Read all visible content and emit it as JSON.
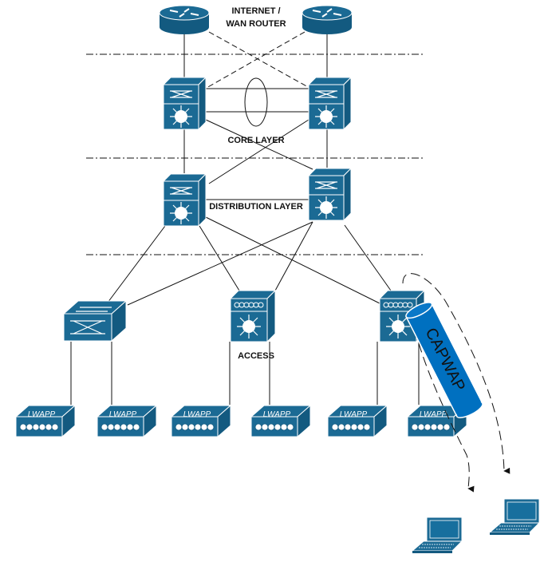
{
  "labels": {
    "wan_line1": "INTERNET /",
    "wan_line2": "WAN ROUTER",
    "core": "CORE LAYER",
    "distribution": "DISTRIBUTION LAYER",
    "access": "ACCESS",
    "tunnel": "CAPWAP"
  },
  "access_points": [
    "LWAPP",
    "LWAPP",
    "LWAPP",
    "LWAPP",
    "LWAPP",
    "LWAPP"
  ],
  "colors": {
    "device": "#1b6a94",
    "tunnel": "#0070c0"
  }
}
